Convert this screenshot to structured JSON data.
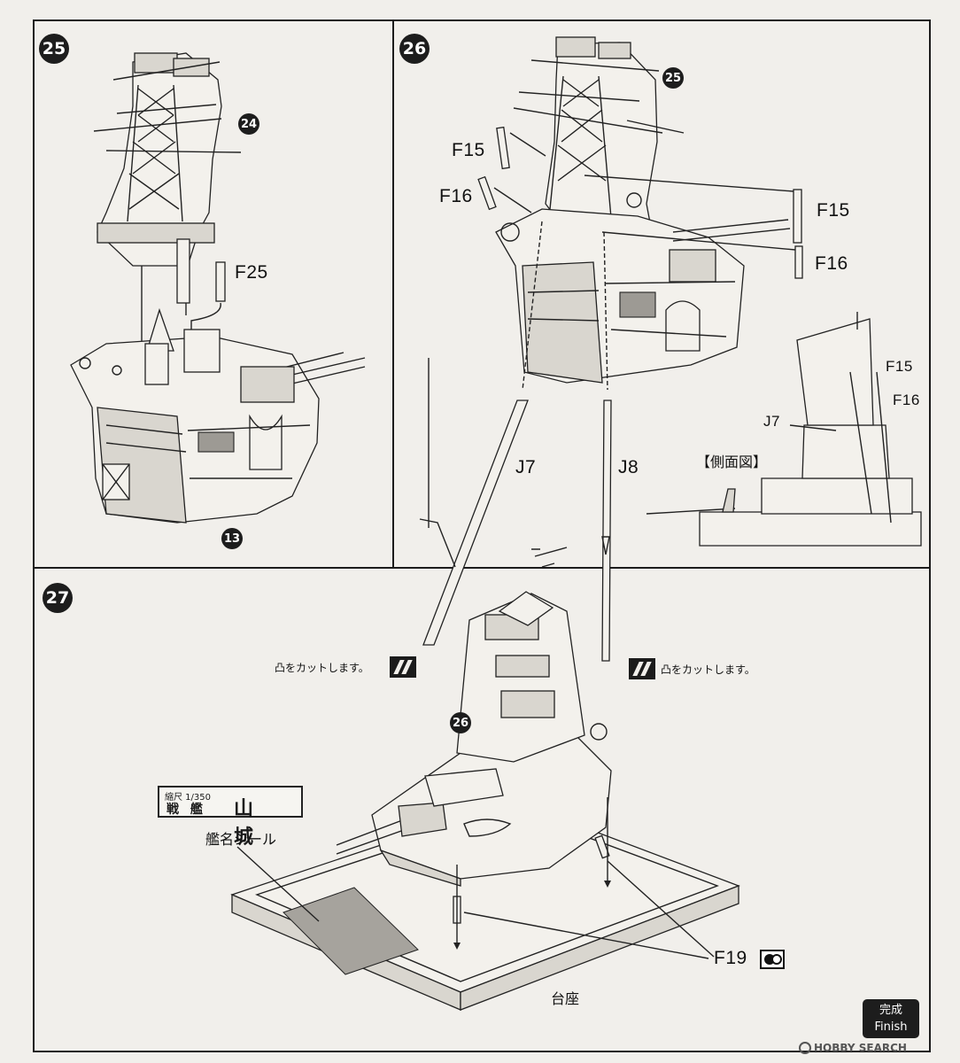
{
  "steps": [
    {
      "number": "25"
    },
    {
      "number": "26"
    },
    {
      "number": "27"
    }
  ],
  "step25": {
    "ref_top": "24",
    "ref_bottom": "13",
    "part": "F25"
  },
  "step26": {
    "ref_top": "25",
    "parts": {
      "f15_left": "F15",
      "f16_left": "F16",
      "f15_right": "F15",
      "f16_right": "F16",
      "j7": "J7",
      "j8": "J8"
    },
    "side_view": {
      "title": "【側面図】",
      "f15": "F15",
      "f16": "F16",
      "j7": "J7"
    }
  },
  "step27": {
    "ref": "26",
    "cut_left": "凸をカットします。",
    "cut_right": "凸をカットします。",
    "nameplate": {
      "scale": "縮尺 1/350",
      "type": "戦 艦",
      "name": "山 城"
    },
    "nameplate_label": "艦名シール",
    "stand_label": "台座",
    "part": "F19"
  },
  "finish": {
    "jp": "完成",
    "en": "Finish"
  },
  "watermark": "HOBBY SEARCH"
}
